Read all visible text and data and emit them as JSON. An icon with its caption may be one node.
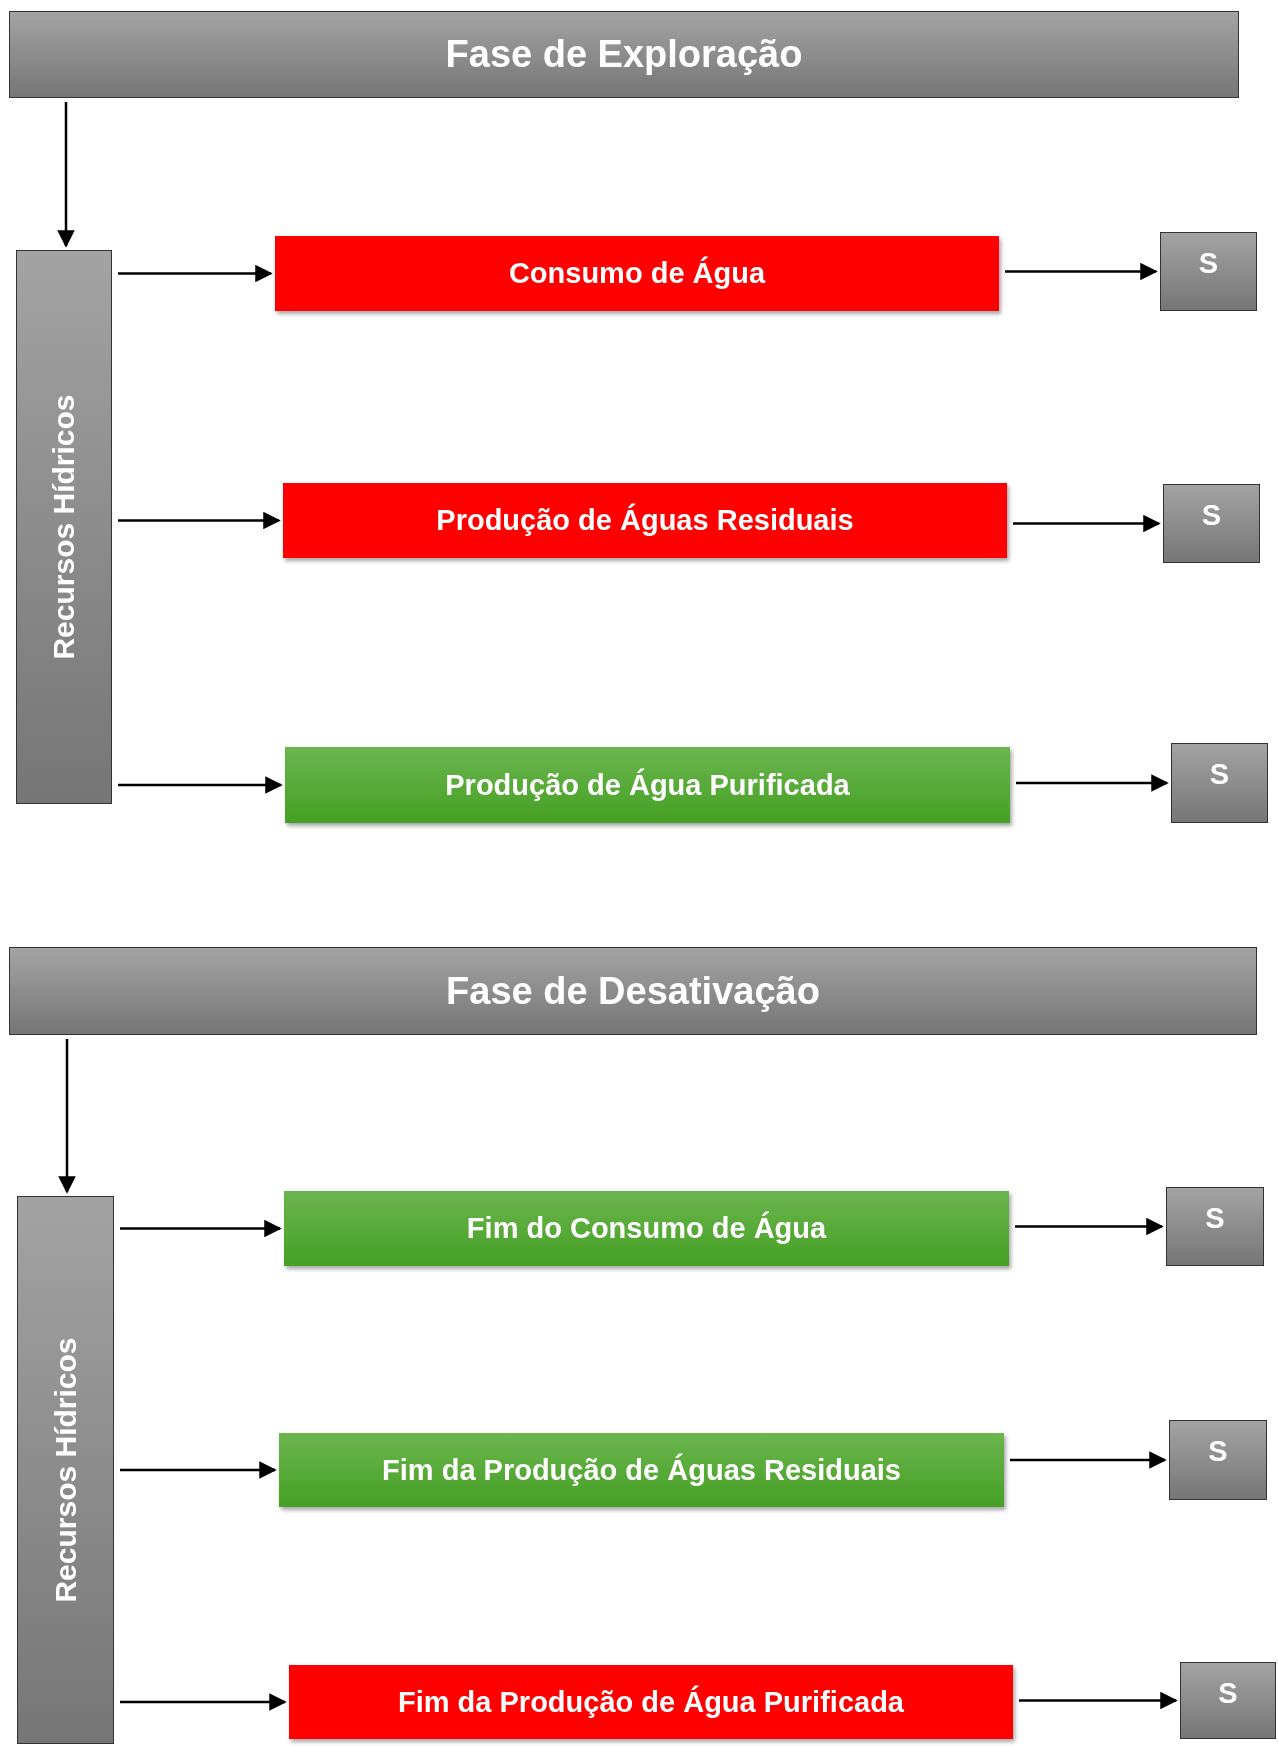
{
  "diagram": {
    "nodes": [
      {
        "text": [
          "Fase de Exploração"
        ]
      },
      {
        "text": [
          "Recursos Hídricos"
        ]
      },
      {
        "text": [
          "Consumo de Água"
        ]
      },
      {
        "text": [
          "S"
        ]
      },
      {
        "text": [
          "Produção de Águas Residuais"
        ]
      },
      {
        "text": [
          "S"
        ]
      },
      {
        "text": [
          "Produção de Água Purificada"
        ]
      },
      {
        "text": [
          "S"
        ]
      },
      {
        "text": [
          "Fase de Desativação"
        ]
      },
      {
        "text": [
          "Recursos Hídricos"
        ]
      },
      {
        "text": [
          "Fim do Consumo de Água"
        ]
      },
      {
        "text": [
          "S"
        ]
      },
      {
        "text": [
          "Fim da Produção de Águas Residuais"
        ]
      },
      {
        "text": [
          "S"
        ]
      },
      {
        "text": [
          "Fim da Produção de Água Purificada"
        ]
      },
      {
        "text": [
          "S"
        ]
      }
    ],
    "edges": [
      {
        "from": 0,
        "to": 1,
        "arrow": "to"
      },
      {
        "from": 1,
        "to": 2,
        "arrow": "to"
      },
      {
        "from": 2,
        "to": 3,
        "arrow": "to"
      },
      {
        "from": 1,
        "to": 4,
        "arrow": "to"
      },
      {
        "from": 4,
        "to": 5,
        "arrow": "to"
      },
      {
        "from": 1,
        "to": 6,
        "arrow": "to"
      },
      {
        "from": 6,
        "to": 7,
        "arrow": "to"
      },
      {
        "from": 8,
        "to": 9,
        "arrow": "to"
      },
      {
        "from": 9,
        "to": 10,
        "arrow": "to"
      },
      {
        "from": 10,
        "to": 11,
        "arrow": "to"
      },
      {
        "from": 9,
        "to": 12,
        "arrow": "to"
      },
      {
        "from": 12,
        "to": 13,
        "arrow": "to"
      },
      {
        "from": 9,
        "to": 14,
        "arrow": "to"
      },
      {
        "from": 14,
        "to": 15,
        "arrow": "to"
      }
    ]
  }
}
